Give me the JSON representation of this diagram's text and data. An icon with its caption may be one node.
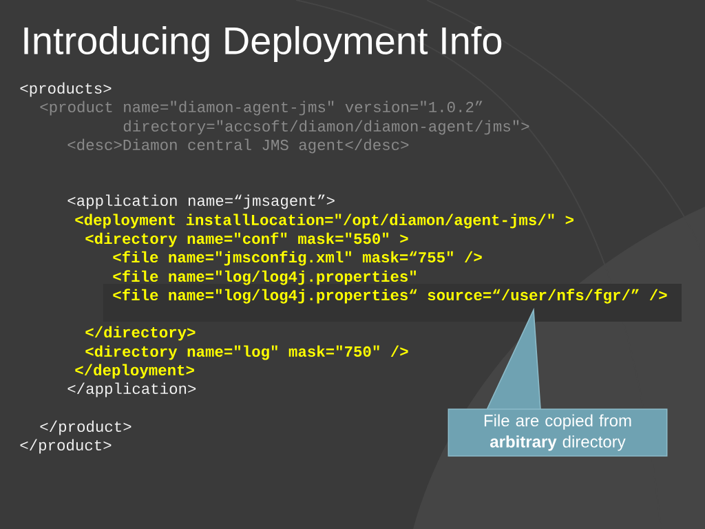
{
  "diagram": {
    "title": "Introducing Deployment Info",
    "nodes": [
      {
        "text": [
          "File are copied from **arbitrary** directory"
        ]
      }
    ],
    "labels": [
      "<products>",
      "<product name=\"diamon-agent-jms\" version=\"1.0.2”",
      "directory=\"accsoft/diamon/diamon-agent/jms\">",
      "<desc>Diamon central JMS agent</desc>",
      "<application name=“jmsagent”>",
      "<deployment installLocation=\"/opt/diamon/agent-jms/\" >",
      "<directory name=\"conf\" mask=\"550\" >",
      "<file name=\"jmsconfig.xml\" mask=“755\" />",
      "<file name=\"log/log4j.properties\"",
      "<file name=\"log/log4j.properties“ source=“/user/nfs/fgr/” />",
      "</directory>",
      "<directory name=\"log\" mask=\"750\" />",
      "</deployment>",
      "</application>",
      "</product>",
      "</product>"
    ]
  }
}
